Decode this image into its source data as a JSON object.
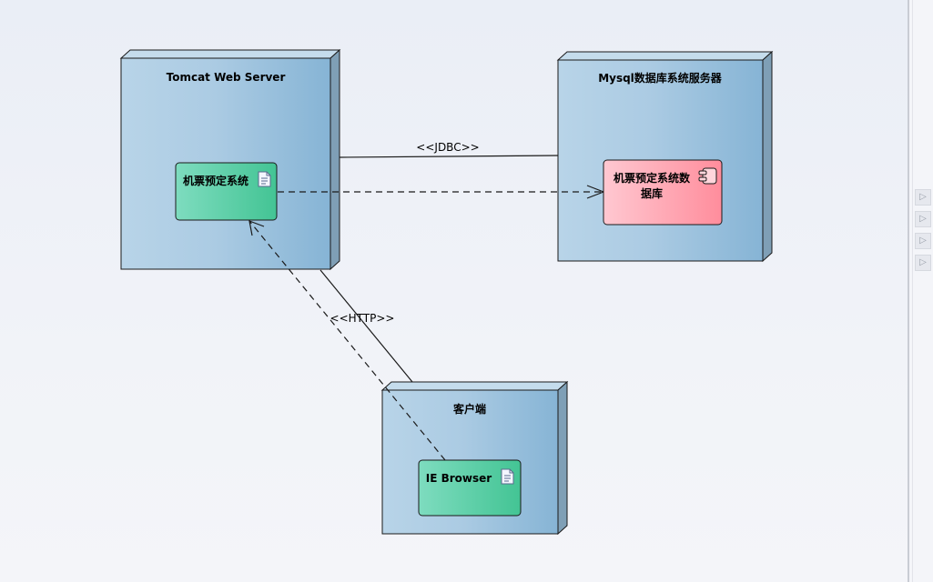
{
  "diagram": {
    "nodes": {
      "tomcat": {
        "title": "Tomcat Web Server"
      },
      "mysql": {
        "title": "Mysql数据库系统服务器"
      },
      "client": {
        "title": "客户端"
      }
    },
    "components": {
      "booking_system": {
        "label": "机票预定系统",
        "icon": "document-icon"
      },
      "booking_db": {
        "label_line1": "机票预定系统数",
        "label_line2": "据库",
        "icon": "component-icon"
      },
      "ie_browser": {
        "label": "IE Browser",
        "icon": "document-icon"
      }
    },
    "connectors": {
      "jdbc": {
        "label": "<<JDBC>>"
      },
      "http": {
        "label": "<<HTTP>>"
      }
    }
  },
  "right_panel": {
    "buttons": [
      "▷",
      "▷",
      "▷",
      "▷"
    ]
  },
  "colors": {
    "node_fill_light": "#b4d1e6",
    "node_fill_dark": "#86b5d6",
    "node_side": "#7f9fb6",
    "component_green_light": "#79dbbd",
    "component_green_dark": "#44c596",
    "component_pink_light": "#ffc2cc",
    "component_pink_dark": "#ff8e9d"
  }
}
